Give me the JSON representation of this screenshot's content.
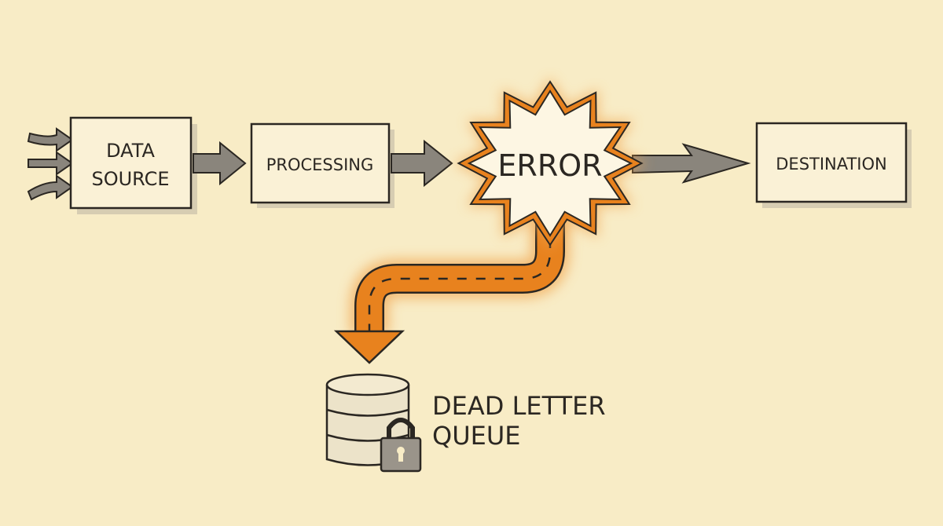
{
  "nodes": {
    "source": {
      "line1": "DATA",
      "line2": "SOURCE"
    },
    "processing": {
      "label": "PROCESSING"
    },
    "error": {
      "label": "ERROR"
    },
    "destination": {
      "label": "DESTINATION"
    },
    "dlq": {
      "line1": "DEAD LETTER",
      "line2": "QUEUE",
      "icon": "database-lock-icon"
    }
  },
  "colors": {
    "background": "#f8ecc6",
    "ink": "#2b2722",
    "arrow_gray": "#8a857c",
    "error_orange": "#e8821e",
    "error_fill": "#fdf6e3"
  }
}
